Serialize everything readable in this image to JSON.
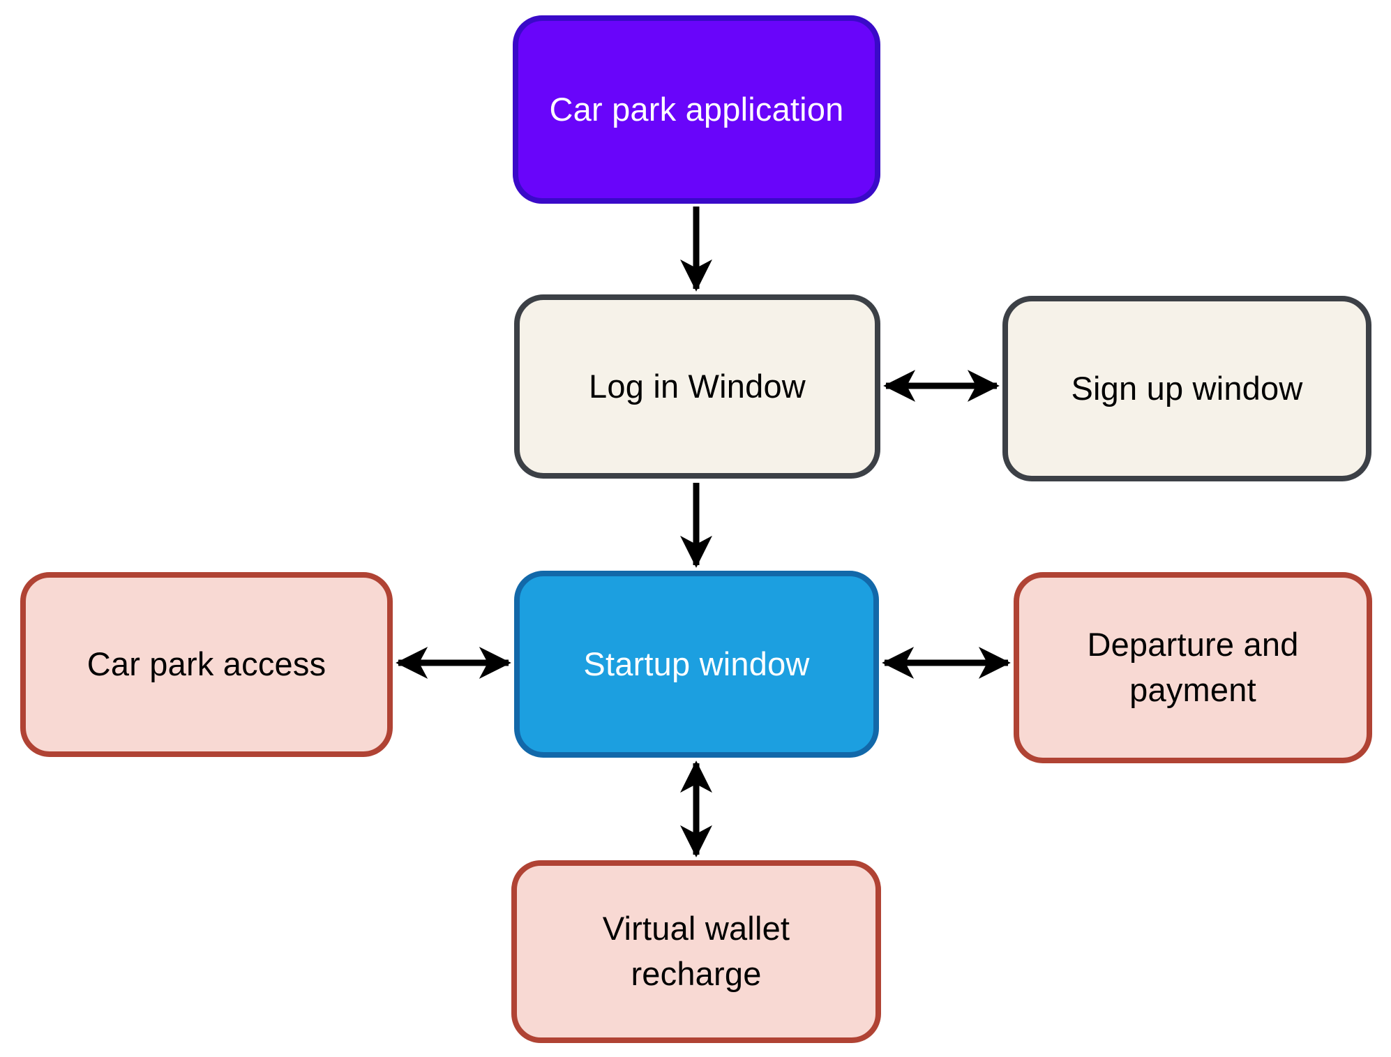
{
  "diagram": {
    "background": "#ffffff",
    "arrow_color": "#000000",
    "nodes": [
      {
        "id": "car-park-application",
        "label": "Car park application",
        "fill": "#6905FA",
        "border": "#3A0AC8",
        "text_color": "#FFFFFF",
        "shape": "rounded-rect"
      },
      {
        "id": "login-window",
        "label": "Log in Window",
        "fill": "#F6F2E9",
        "border": "#3C4046",
        "text_color": "#000000",
        "shape": "rounded-rect"
      },
      {
        "id": "signup-window",
        "label": "Sign up window",
        "fill": "#F6F2E9",
        "border": "#3C4046",
        "text_color": "#000000",
        "shape": "rounded-rect"
      },
      {
        "id": "startup-window",
        "label": "Startup window",
        "fill": "#1C9FE0",
        "border": "#1268A9",
        "text_color": "#FFFFFF",
        "shape": "rounded-rect"
      },
      {
        "id": "car-park-access",
        "label": "Car park access",
        "fill": "#F8D9D3",
        "border": "#B04334",
        "text_color": "#000000",
        "shape": "rounded-rect"
      },
      {
        "id": "departure-and-payment",
        "label": "Departure and\npayment",
        "fill": "#F8D9D3",
        "border": "#B04334",
        "text_color": "#000000",
        "shape": "rounded-rect"
      },
      {
        "id": "virtual-wallet-recharge",
        "label": "Virtual wallet\nrecharge",
        "fill": "#F8D9D3",
        "border": "#B04334",
        "text_color": "#000000",
        "shape": "rounded-rect"
      }
    ],
    "edges": [
      {
        "from": "car-park-application",
        "to": "login-window",
        "direction": "one-way"
      },
      {
        "from": "login-window",
        "to": "signup-window",
        "direction": "two-way"
      },
      {
        "from": "login-window",
        "to": "startup-window",
        "direction": "one-way"
      },
      {
        "from": "car-park-access",
        "to": "startup-window",
        "direction": "two-way"
      },
      {
        "from": "startup-window",
        "to": "departure-and-payment",
        "direction": "two-way"
      },
      {
        "from": "startup-window",
        "to": "virtual-wallet-recharge",
        "direction": "two-way"
      }
    ]
  }
}
